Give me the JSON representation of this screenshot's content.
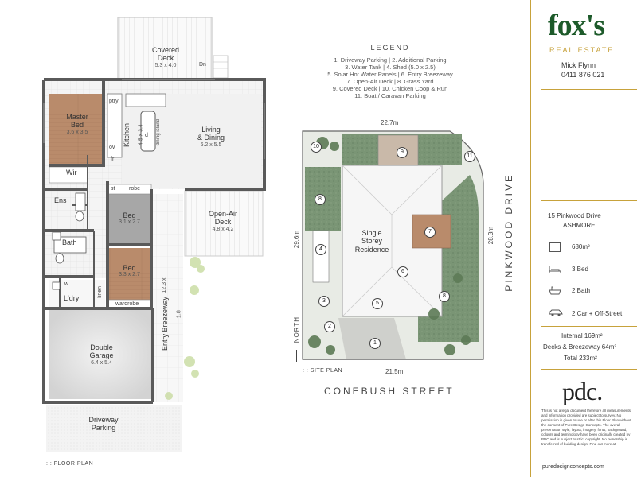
{
  "floor_plan": {
    "caption": ": : FLOOR PLAN",
    "rooms": {
      "covered_deck": {
        "name": "Covered\nDeck",
        "dim": "5.3 x 4.0"
      },
      "dn": "Dn",
      "master_bed": {
        "name": "Master\nBed",
        "dim": "3.6 x 3.5"
      },
      "ptry": "ptry",
      "kitchen": {
        "name": "Kitchen",
        "dim": "4.5 x 3.4"
      },
      "dining_island": "dining island",
      "dw": "d",
      "ov": "ov",
      "fr": "fr",
      "living": {
        "name": "Living\n& Dining",
        "dim": "6.2 x 5.5"
      },
      "wir": "Wir",
      "ens": "Ens",
      "st": "st",
      "robe": "robe",
      "bed2": {
        "name": "Bed",
        "dim": "3.1 x 2.7"
      },
      "open_air_deck": {
        "name": "Open-Air\nDeck",
        "dim": "4.8 x 4.2"
      },
      "bath": "Bath",
      "bed3": {
        "name": "Bed",
        "dim": "3.3 x 2.7"
      },
      "entry_breezeway": {
        "name": "Entry Breezeway",
        "dim": "12.3 x 1.8"
      },
      "w": "w",
      "laundry": "L'dry",
      "linen": "linen",
      "wardrobe": "wardrobe",
      "garage": {
        "name": "Double\nGarage",
        "dim": "6.4 x 5.4"
      },
      "driveway": {
        "name": "Driveway\nParking"
      }
    }
  },
  "legend": {
    "title": "LEGEND",
    "lines": [
      "1. Driveway Parking  |  2. Additional Parking",
      "3. Water Tank  |  4. Shed (5.0 x 2.5)",
      "5. Solar Hot Water Panels  |  6. Entry Breezeway",
      "7. Open-Air Deck  |  8. Grass Yard",
      "9. Covered Deck  |  10. Chicken Coop & Run",
      "11. Boat / Caravan Parking"
    ]
  },
  "site_plan": {
    "caption": ": : SITE PLAN",
    "top_dim": "22.7m",
    "bottom_dim": "21.5m",
    "left_dim": "29.6m",
    "right_dim": "28.3m",
    "residence": "Single\nStorey\nResidence",
    "north": "NORTH",
    "street_bottom": "CONEBUSH STREET",
    "street_right": "PINKWOOD DRIVE",
    "markers": [
      "1",
      "2",
      "3",
      "4",
      "5",
      "6",
      "7",
      "8",
      "8",
      "9",
      "10",
      "11"
    ]
  },
  "agency": {
    "brand": "fox's",
    "brand_sub": "REAL ESTATE",
    "agent_name": "Mick Flynn",
    "agent_phone": "0411 876 021"
  },
  "property": {
    "address_line1": "15 Pinkwood Drive",
    "address_line2": "ASHMORE",
    "land": "680m²",
    "beds": "3 Bed",
    "baths": "2 Bath",
    "cars": "2 Car + Off-Street",
    "internal": "Internal 169m²",
    "decks": "Decks & Breezeway 64m²",
    "total": "Total 233m²"
  },
  "designer": {
    "logo": "pdc.",
    "disclaimer": "This is not a legal document therefore all measurements and information provided are subject to survey. No permission is given to use or alter this Floor Plan without the consent of Pure Design Concepts. The overall presentation style, layout, imagery, fonts, background, colours and terminology have been originally created by PDC and is subject to strict copyright. No ownership is transferred of building design. Find out more at",
    "website": "puredesignconcepts.com"
  },
  "colors": {
    "brand_green": "#1d5a2a",
    "brand_gold": "#c7a23b",
    "wall": "#5a5a5a",
    "wood": "#b98b6b",
    "tile": "#bdbdbd",
    "grass": "#6f8f6a"
  }
}
